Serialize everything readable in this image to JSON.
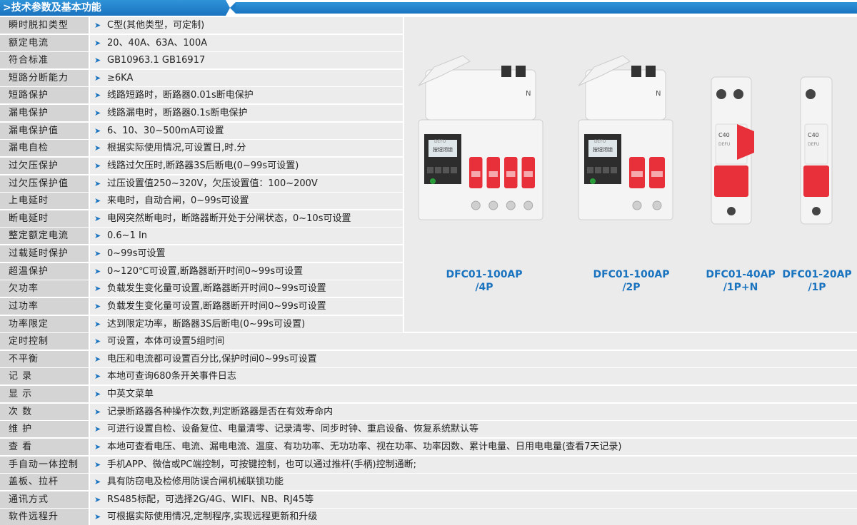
{
  "header": {
    "title": ">技术参数及基本功能"
  },
  "rows": [
    {
      "label": "瞬时脱扣类型",
      "value": "C型(其他类型，可定制)"
    },
    {
      "label": "额定电流",
      "value": "20、40A、63A、100A"
    },
    {
      "label": "符合标准",
      "value": "GB10963.1 GB16917"
    },
    {
      "label": "短路分断能力",
      "value": "≥6KA"
    },
    {
      "label": "短路保护",
      "value": "线路短路时，断路器0.01s断电保护"
    },
    {
      "label": "漏电保护",
      "value": "线路漏电时，断路器0.1s断电保护"
    },
    {
      "label": "漏电保护值",
      "value": "6、10、30~500mA可设置"
    },
    {
      "label": "漏电自检",
      "value": "根据实际使用情况,可设置日,时.分"
    },
    {
      "label": "过欠压保护",
      "value": "线路过欠压时,断路器3S后断电(0~99s可设置)"
    },
    {
      "label": "过欠压保护值",
      "value": "过压设置值250~320V，欠压设置值：100~200V"
    },
    {
      "label": "上电延时",
      "value": "来电时，自动合闸，0~99s可设置"
    },
    {
      "label": "断电延时",
      "value": "电网突然断电时，断路器断开处于分闸状态，0~10s可设置"
    },
    {
      "label": "整定额定电流",
      "value": "0.6~1 In"
    },
    {
      "label": "过载延时保护",
      "value": "0~99s可设置"
    },
    {
      "label": "超温保护",
      "value": "0~120℃可设置,断路器断开时间0~99s可设置"
    },
    {
      "label": "欠功率",
      "value": "负载发生变化量可设置,断路器断开时间0~99s可设置"
    },
    {
      "label": "过功率",
      "value": "负载发生变化量可设置,断路器断开时间0~99s可设置"
    },
    {
      "label": "功率限定",
      "value": "达到限定功率，断路器3S后断电(0~99s可设置)"
    },
    {
      "label": "定时控制",
      "value": "可设置，本体可设置5组时间"
    },
    {
      "label": "不平衡",
      "value": "电压和电流都可设置百分比,保护时间0~99s可设置"
    },
    {
      "label": "记 录",
      "value": "本地可查询680条开关事件日志"
    },
    {
      "label": "显 示",
      "value": "中英文菜单"
    },
    {
      "label": "次 数",
      "value": "记录断路器各种操作次数,判定断路器是否在有效寿命内"
    },
    {
      "label": "维 护",
      "value": "可进行设置自检、设备复位、电量清零、记录清零、同步时钟、重启设备、恢复系统默认等"
    },
    {
      "label": "查 看",
      "value": "本地可查看电压、电流、漏电电流、温度、有功功率、无功功率、视在功率、功率因数、累计电量、日用电电量(查看7天记录)"
    },
    {
      "label": "手自动一体控制",
      "value": "手机APP、微信或PC端控制，可按键控制，也可以通过推杆(手柄)控制通断;"
    },
    {
      "label": "盖板、拉杆",
      "value": " 具有防窃电及检修用防误合闸机械联锁功能"
    },
    {
      "label": "通讯方式",
      "value": "RS485标配，可选择2G/4G、WIFI、NB、RJ45等"
    },
    {
      "label": "软件远程升",
      "value": "可根据实际使用情况,定制程序,实现远程更新和升级"
    }
  ],
  "products": [
    {
      "model": "DFC01-100AP",
      "poles": "/4P",
      "brand": "DEFU",
      "lcd": "按钮闭锁",
      "cover_label": "N"
    },
    {
      "model": "DFC01-100AP",
      "poles": "/2P",
      "brand": "DEFU",
      "lcd": "按钮闭锁",
      "cover_label": "N"
    },
    {
      "model": "DFC01-40AP",
      "poles": "/1P+N",
      "brand": "DEFU",
      "rating": "C40"
    },
    {
      "model": "DFC01-20AP",
      "poles": "/1P",
      "brand": "DEFU",
      "rating": "C40"
    }
  ],
  "colors": {
    "accent": "#1a73bf",
    "label_bg": "#d4d4d4",
    "value_bg": "#ececec",
    "panel_bg": "#ebebeb",
    "breaker_red": "#e8303a",
    "breaker_white": "#f4f4f4"
  }
}
